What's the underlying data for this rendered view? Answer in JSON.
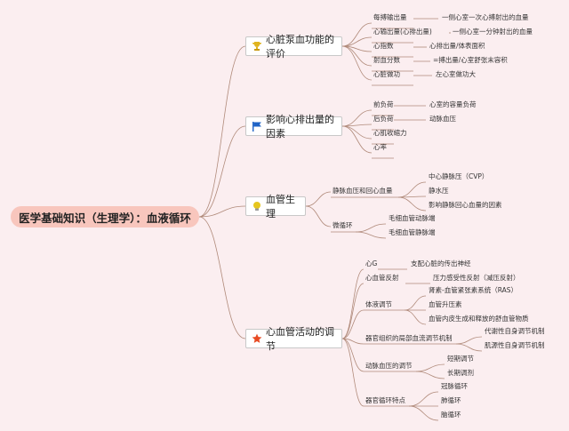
{
  "root": "医学基础知识（生理学）：血液循环",
  "branches": [
    {
      "title": "心脏泵血功能的评价",
      "icon": "trophy-icon",
      "items": [
        {
          "text": "每搏输出量",
          "note": "一侧心室一次心搏射出的血量"
        },
        {
          "text": "心输出量(心排出量)",
          "note": "一侧心室一分钟射出的血量"
        },
        {
          "text": "心指数",
          "note": "心排出量/体表面积"
        },
        {
          "text": "射血分数",
          "note": "=搏出量/心室舒张末容积"
        },
        {
          "text": "心脏做功",
          "note": "左心室做功大"
        }
      ]
    },
    {
      "title": "影响心排出量的因素",
      "icon": "flag-icon",
      "items": [
        {
          "text": "前负荷",
          "note": "心室的容量负荷"
        },
        {
          "text": "后负荷",
          "note": "动脉血压"
        },
        {
          "text": "心肌收缩力"
        },
        {
          "text": "心率"
        }
      ]
    },
    {
      "title": "血管生理",
      "icon": "lightbulb-icon",
      "items": [
        {
          "text": "静脉血压和回心血量",
          "children": [
            "中心静脉压（CVP）",
            "静水压",
            "影响静脉回心血量的因素"
          ]
        },
        {
          "text": "微循环",
          "children": [
            "毛细血管动脉端",
            "毛细血管静脉端"
          ]
        }
      ]
    },
    {
      "title": "心血管活动的调节",
      "icon": "star-icon",
      "items": [
        {
          "text": "心G",
          "note": "支配心脏的传出神经"
        },
        {
          "text": "心血管反射",
          "note": "压力感受性反射（减压反射）"
        },
        {
          "text": "体液调节",
          "children": [
            "肾素-血管紧张素系统（RAS）",
            "血管升压素",
            "血管内皮生成和释放的舒血管物质"
          ]
        },
        {
          "text": "器官组织的局部血流调节机制",
          "children": [
            "代谢性自身调节机制",
            "肌源性自身调节机制"
          ]
        },
        {
          "text": "动脉血压的调节",
          "children": [
            "短期调节",
            "长期调剂"
          ]
        },
        {
          "text": "器官循环特点",
          "children": [
            "冠脉循环",
            "肺循环",
            "脑循环"
          ]
        }
      ]
    }
  ],
  "colors": {
    "background": "#fbeef0",
    "root_fill": "#f8c6bd",
    "link": "#b08a7a",
    "trophy": "#e0b420",
    "flag": "#1f63c6",
    "lightbulb": "#e6c61e",
    "star": "#e84b24"
  }
}
